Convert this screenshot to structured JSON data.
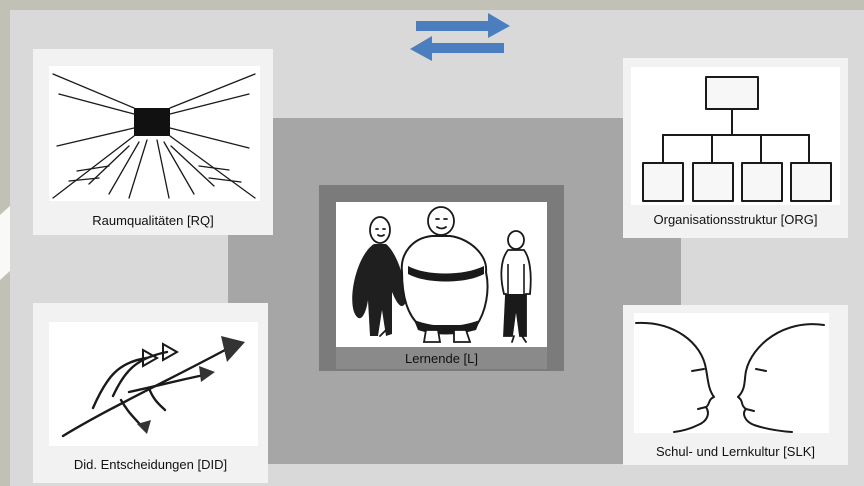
{
  "cards": {
    "rq": {
      "label": "Raumqualitäten [RQ]"
    },
    "org": {
      "label": "Organisationsstruktur [ORG]"
    },
    "did": {
      "label": "Did. Entscheidungen [DID]"
    },
    "slk": {
      "label": "Schul- und Lernkultur [SLK]"
    },
    "l": {
      "label": "Lernende [L]"
    }
  },
  "colors": {
    "background": "#c2c1b6",
    "outer_layer": "#d9d9d9",
    "middle_layer": "#a6a6a6",
    "inner_layer": "#7b7b7b",
    "arrows": "#4a7ebf"
  }
}
